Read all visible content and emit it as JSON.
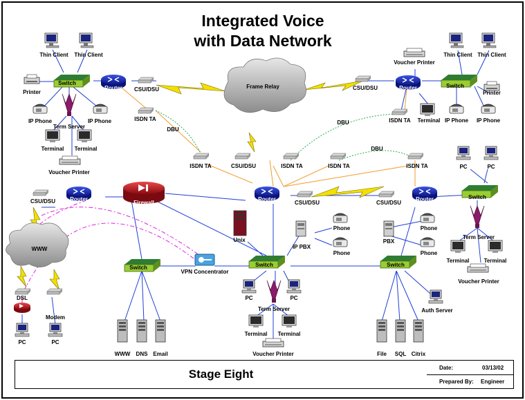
{
  "title": {
    "line1": "Integrated Voice",
    "line2": "with Data Network"
  },
  "title_block": {
    "stage": "Stage Eight",
    "date_label": "Date:",
    "date_value": "03/13/02",
    "prepared_label": "Prepared By:",
    "prepared_value": "Engineer"
  },
  "labels": {
    "thin_client": "Thin Client",
    "printer": "Printer",
    "switch": "Switch",
    "router": "Router",
    "csu_dsu": "CSU/DSU",
    "ip_phone": "IP Phone",
    "term_server": "Term Server",
    "terminal": "Terminal",
    "voucher_printer": "Voucher Printer",
    "isdn_ta": "ISDN TA",
    "dbu": "DBU",
    "frame_relay": "Frame Relay",
    "firewall": "Firewall",
    "www": "WWW",
    "dsl": "DSL",
    "modem": "Modem",
    "pc": "PC",
    "vpn": "VPN Concentrator",
    "unix": "Unix",
    "ip_pbx": "IP PBX",
    "pbx": "PBX",
    "phone": "Phone",
    "dns": "DNS",
    "email": "Email",
    "file": "File",
    "sql": "SQL",
    "citrix": "Citrix",
    "auth_server": "Auth Server"
  },
  "colors": {
    "switch": "#9acd32",
    "router": "#1c2fc8",
    "firewall": "#c8202a",
    "cloud": "#bfbfbf",
    "orange_link": "#f39a2c",
    "green_link": "#22b14c",
    "blue_link": "#1f3fd6",
    "magenta": "#e020e0",
    "lightning": "#f2e000"
  }
}
